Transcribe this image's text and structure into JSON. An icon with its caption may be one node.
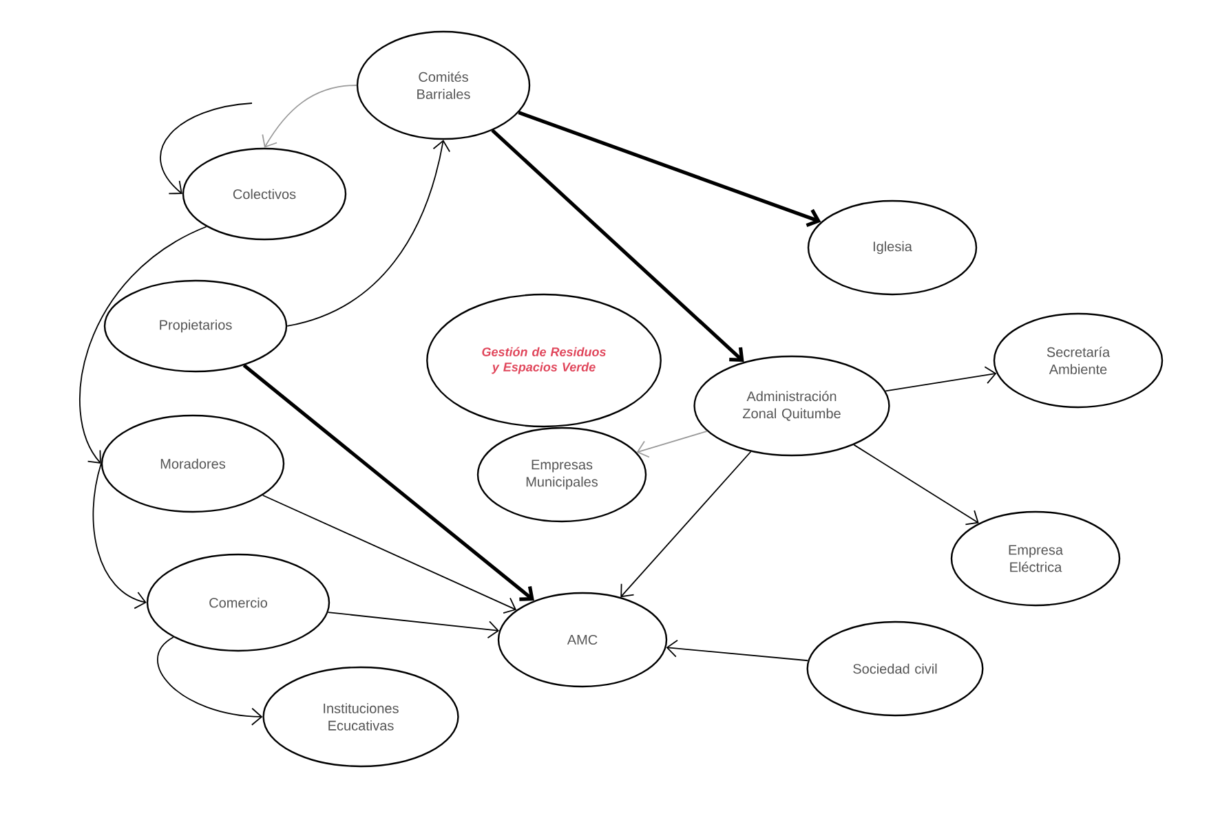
{
  "diagram": {
    "nodes": [
      {
        "text": [
          "Comités Barriales"
        ]
      },
      {
        "text": [
          "Colectivos"
        ]
      },
      {
        "text": [
          "Propietarios"
        ]
      },
      {
        "text": [
          "Gestión de Residuos y Espacios Verde"
        ]
      },
      {
        "text": [
          "Iglesia"
        ]
      },
      {
        "text": [
          "Administración Zonal Quitumbe"
        ]
      },
      {
        "text": [
          "Secretaría Ambiente"
        ]
      },
      {
        "text": [
          "Moradores"
        ]
      },
      {
        "text": [
          "Empresas Municipales"
        ]
      },
      {
        "text": [
          "Empresa Eléctrica"
        ]
      },
      {
        "text": [
          "Comercio"
        ]
      },
      {
        "text": [
          "AMC"
        ]
      },
      {
        "text": [
          "Sociedad civil"
        ]
      },
      {
        "text": [
          "Instituciones Ecucativas"
        ]
      }
    ],
    "edges": [
      {
        "from": 0,
        "to": 1,
        "arrow": "to",
        "color": "#9a9a9a"
      },
      {
        "from": null,
        "to": 1,
        "arrow": "to"
      },
      {
        "from": 0,
        "to": 4,
        "arrow": "to",
        "style": "thick"
      },
      {
        "from": 0,
        "to": 5,
        "arrow": "to",
        "style": "thick"
      },
      {
        "from": 2,
        "to": 0,
        "arrow": "to"
      },
      {
        "from": 1,
        "to": 7,
        "arrow": "to"
      },
      {
        "from": 2,
        "to": 11,
        "arrow": "to",
        "style": "thick"
      },
      {
        "from": 7,
        "to": 10,
        "arrow": "to"
      },
      {
        "from": 7,
        "to": 11,
        "arrow": "to"
      },
      {
        "from": 10,
        "to": 13,
        "arrow": "to"
      },
      {
        "from": 10,
        "to": 11,
        "arrow": "to"
      },
      {
        "from": 5,
        "to": 6,
        "arrow": "to"
      },
      {
        "from": 5,
        "to": 8,
        "arrow": "to",
        "color": "#9a9a9a"
      },
      {
        "from": 5,
        "to": 9,
        "arrow": "to"
      },
      {
        "from": 5,
        "to": 11,
        "arrow": "to"
      },
      {
        "from": 12,
        "to": 11,
        "arrow": "to"
      }
    ]
  }
}
